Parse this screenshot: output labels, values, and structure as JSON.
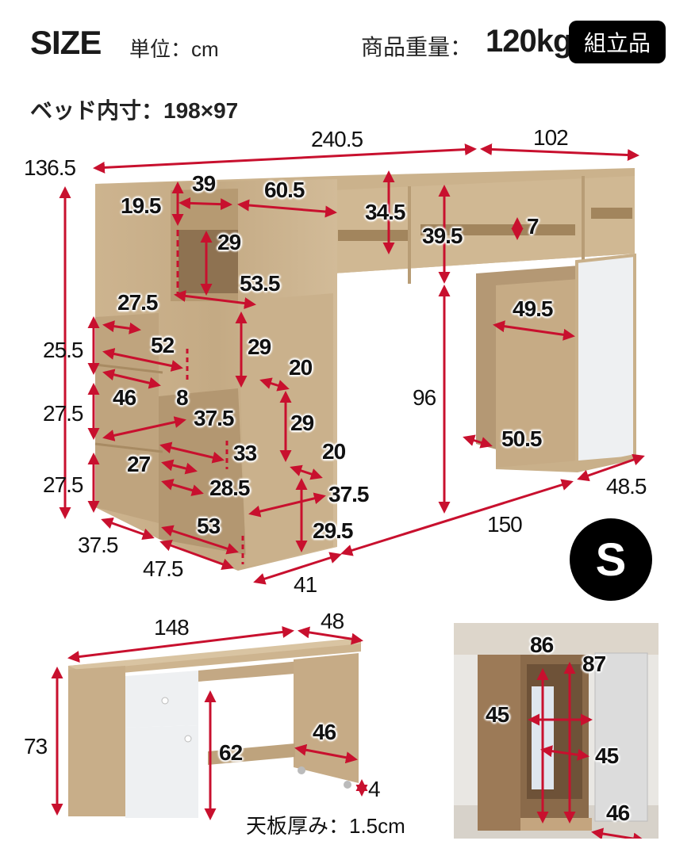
{
  "header": {
    "title": "SIZE",
    "unit_label": "単位：cm",
    "weight_label": "商品重量：",
    "weight_value": "120kg",
    "assembly_badge": "組立品",
    "bed_inner_size": "ベッド内寸：198×97"
  },
  "colors": {
    "arrow": "#c8102e",
    "wood": "#c9b08a",
    "wood_dark": "#a88b63",
    "white_panel": "#eef0f2",
    "badge_bg": "#000000",
    "badge_text": "#ffffff"
  },
  "loft_bed": {
    "dimensions": {
      "total_height": "136.5",
      "total_length": "240.5",
      "total_width": "102",
      "stair_top_step": "19.5",
      "stair_top_width": "39",
      "stair_top_depth": "60.5",
      "guard_height_left": "34.5",
      "guard_height_right": "39.5",
      "guard_slot": "7",
      "step_rise_1": "29",
      "step_depth_1": "53.5",
      "shelf_top_width": "27.5",
      "shelf_height_1": "25.5",
      "shelf_depth_1": "52",
      "shelf_depth_2": "46",
      "shelf_gap": "8",
      "step_rise_2": "29",
      "step_tread_1": "20",
      "shelf_height_2": "27.5",
      "shelf_depth_3": "37.5",
      "step_rise_3": "29",
      "step_depth_2": "33",
      "step_tread_2": "20",
      "shelf_width_lower": "27",
      "shelf_height_3": "27.5",
      "shelf_depth_4": "28.5",
      "step_bottom_width": "37.5",
      "shelf_base_depth": "37.5",
      "step_bottom_depth": "53",
      "step_bottom_height": "29.5",
      "stair_base_depth": "47.5",
      "stair_base_width": "41",
      "under_clearance": "96",
      "under_length": "150",
      "cabinet_inner_depth": "49.5",
      "cabinet_leg_depth": "50.5",
      "cabinet_width": "48.5"
    },
    "size_badge": "S"
  },
  "desk": {
    "dimensions": {
      "width": "148",
      "depth": "48",
      "height": "73",
      "knee_height": "62",
      "leg_depth": "46",
      "caster_height": "4"
    },
    "note": "天板厚み：1.5cm"
  },
  "wardrobe": {
    "dimensions": {
      "inner_height_left": "86",
      "inner_height_right": "87",
      "inner_width": "45",
      "inner_depth": "45",
      "door_width": "46"
    }
  }
}
